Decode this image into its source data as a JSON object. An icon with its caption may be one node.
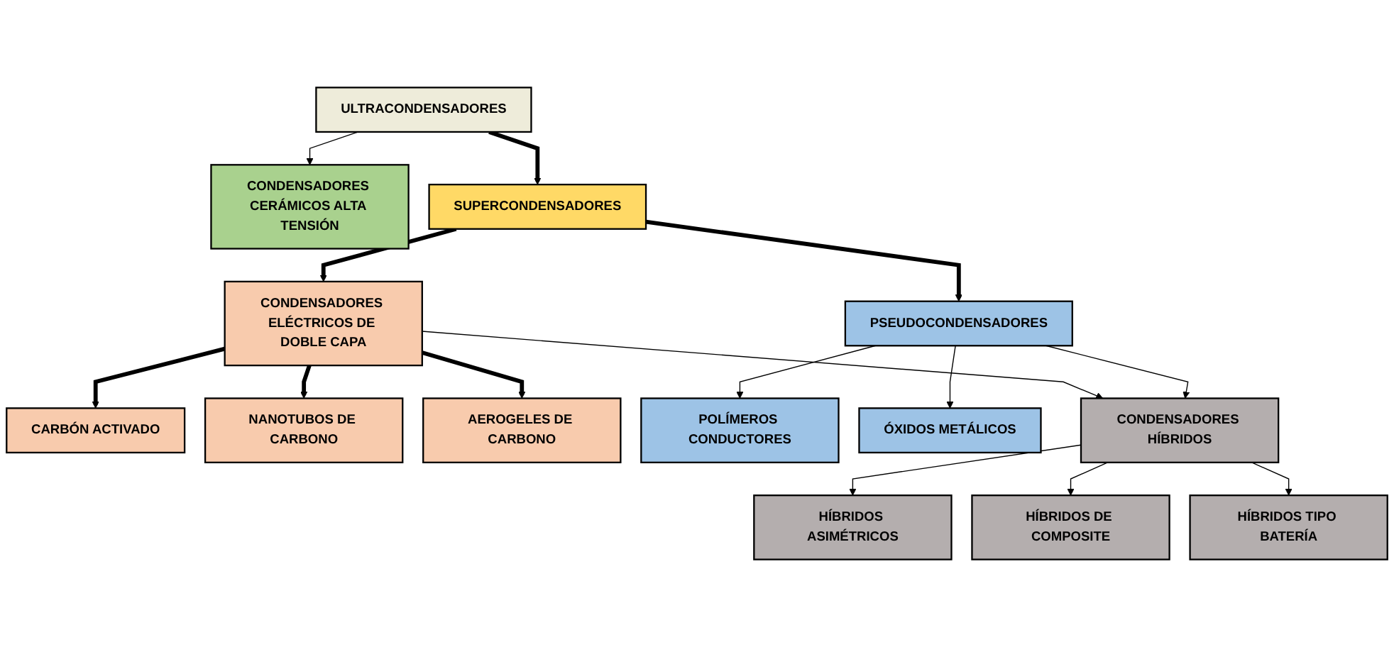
{
  "diagram": {
    "nodes": [
      {
        "text": [
          "ULTRACONDENSADORES"
        ]
      },
      {
        "text": [
          "CONDENSADORES CERÁMICOS ALTA TENSIÓN"
        ]
      },
      {
        "text": [
          "SUPERCONDENSADORES"
        ]
      },
      {
        "text": [
          "CONDENSADORES ELÉCTRICOS DE DOBLE CAPA"
        ]
      },
      {
        "text": [
          "PSEUDOCONDENSADORES"
        ]
      },
      {
        "text": [
          "CARBÓN ACTIVADO"
        ]
      },
      {
        "text": [
          "NANOTUBOS DE CARBONO"
        ]
      },
      {
        "text": [
          "AEROGELES DE CARBONO"
        ]
      },
      {
        "text": [
          "POLÍMEROS CONDUCTORES"
        ]
      },
      {
        "text": [
          "ÓXIDOS METÁLICOS"
        ]
      },
      {
        "text": [
          "CONDENSADORES HÍBRIDOS"
        ]
      },
      {
        "text": [
          "HÍBRIDOS ASIMÉTRICOS"
        ]
      },
      {
        "text": [
          "HÍBRIDOS DE COMPOSITE"
        ]
      },
      {
        "text": [
          "HÍBRIDOS TIPO BATERÍA"
        ]
      }
    ],
    "edges": [
      {
        "from": 0,
        "to": 1,
        "arrow": "to"
      },
      {
        "from": 0,
        "to": 2,
        "arrow": "to",
        "style": "thick"
      },
      {
        "from": 2,
        "to": 3,
        "arrow": "to",
        "style": "thick"
      },
      {
        "from": 2,
        "to": 4,
        "arrow": "to",
        "style": "thick"
      },
      {
        "from": 3,
        "to": 5,
        "arrow": "to",
        "style": "thick"
      },
      {
        "from": 3,
        "to": 6,
        "arrow": "to",
        "style": "thick"
      },
      {
        "from": 3,
        "to": 7,
        "arrow": "to",
        "style": "thick"
      },
      {
        "from": 4,
        "to": 8,
        "arrow": "to"
      },
      {
        "from": 4,
        "to": 9,
        "arrow": "to"
      },
      {
        "from": 3,
        "to": 10,
        "arrow": "to"
      },
      {
        "from": 4,
        "to": 10,
        "arrow": "to"
      },
      {
        "from": 10,
        "to": 11,
        "arrow": "to"
      },
      {
        "from": 10,
        "to": 12,
        "arrow": "to"
      },
      {
        "from": 10,
        "to": 13,
        "arrow": "to"
      }
    ]
  }
}
